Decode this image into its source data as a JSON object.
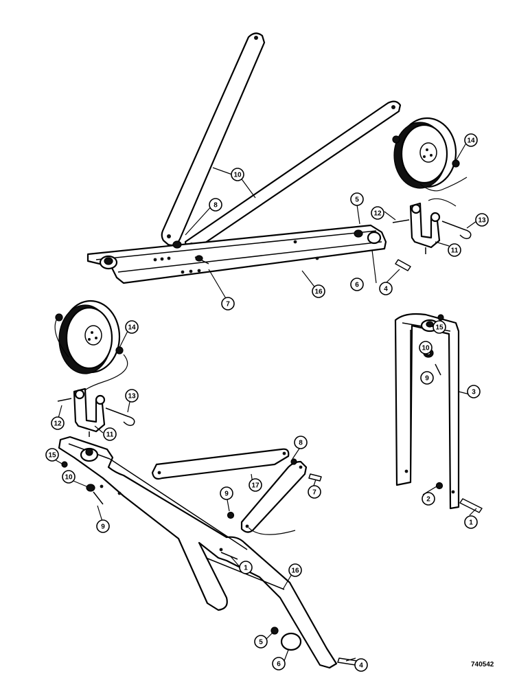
{
  "figure_id": "740542",
  "callouts": [
    {
      "id": "c1",
      "label": "1"
    },
    {
      "id": "c2",
      "label": "1"
    },
    {
      "id": "c3",
      "label": "2"
    },
    {
      "id": "c4",
      "label": "3"
    },
    {
      "id": "c5",
      "label": "4"
    },
    {
      "id": "c6",
      "label": "4"
    },
    {
      "id": "c7",
      "label": "5"
    },
    {
      "id": "c8",
      "label": "5"
    },
    {
      "id": "c9",
      "label": "6"
    },
    {
      "id": "c10",
      "label": "6"
    },
    {
      "id": "c11",
      "label": "7"
    },
    {
      "id": "c12",
      "label": "7"
    },
    {
      "id": "c13",
      "label": "8"
    },
    {
      "id": "c14",
      "label": "8"
    },
    {
      "id": "c15",
      "label": "9"
    },
    {
      "id": "c16",
      "label": "9"
    },
    {
      "id": "c17",
      "label": "9"
    },
    {
      "id": "c18",
      "label": "10"
    },
    {
      "id": "c19",
      "label": "10"
    },
    {
      "id": "c20",
      "label": "10"
    },
    {
      "id": "c21",
      "label": "11"
    },
    {
      "id": "c22",
      "label": "11"
    },
    {
      "id": "c23",
      "label": "12"
    },
    {
      "id": "c24",
      "label": "12"
    },
    {
      "id": "c25",
      "label": "13"
    },
    {
      "id": "c26",
      "label": "13"
    },
    {
      "id": "c27",
      "label": "14"
    },
    {
      "id": "c28",
      "label": "14"
    },
    {
      "id": "c29",
      "label": "15"
    },
    {
      "id": "c30",
      "label": "15"
    },
    {
      "id": "c31",
      "label": "16"
    },
    {
      "id": "c32",
      "label": "16"
    },
    {
      "id": "c33",
      "label": "17"
    }
  ]
}
